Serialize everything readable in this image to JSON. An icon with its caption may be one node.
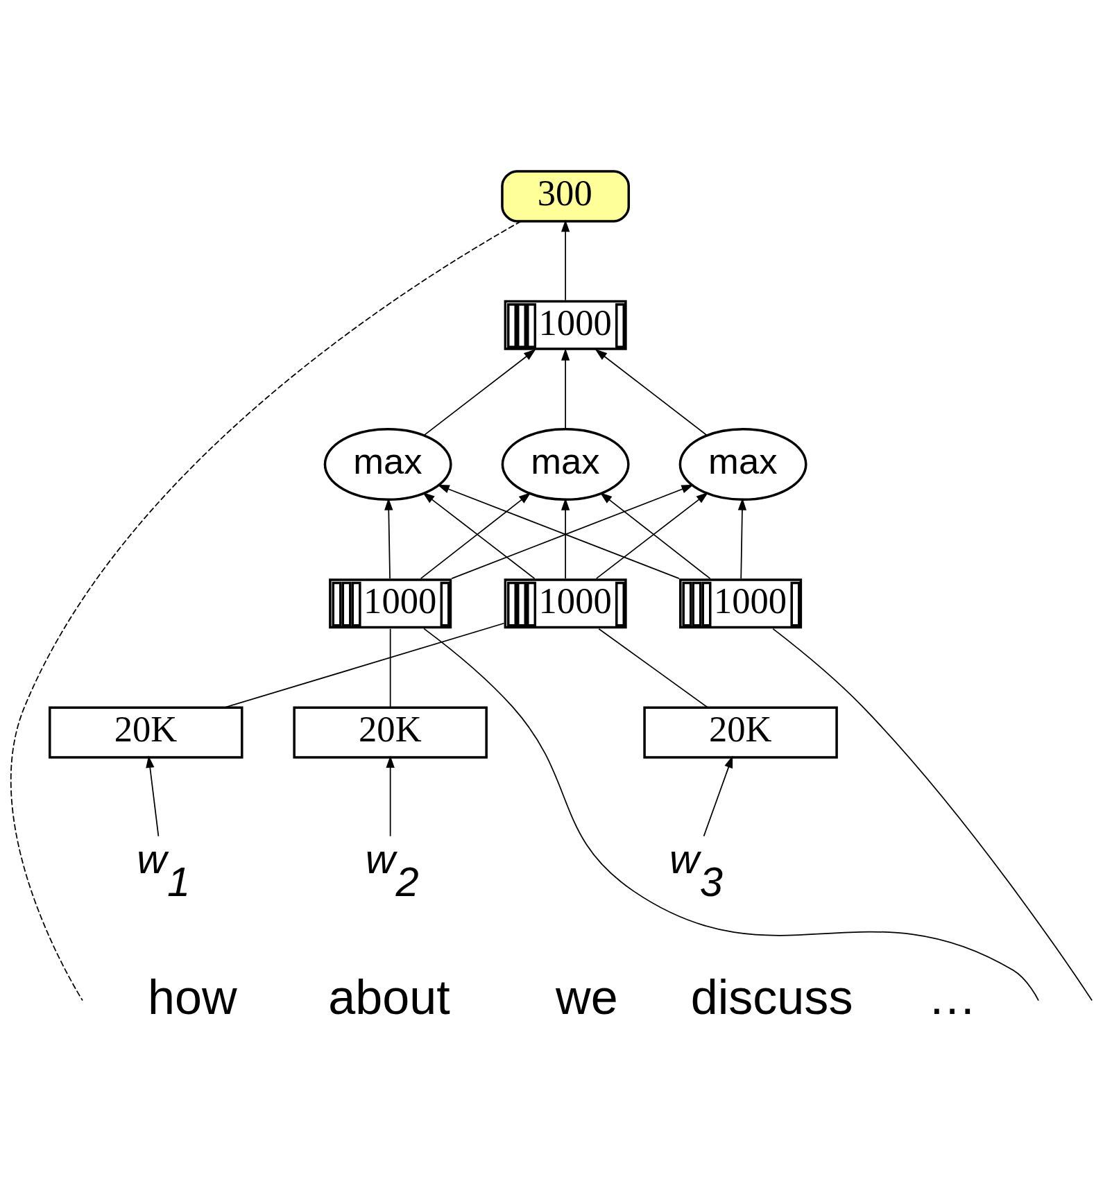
{
  "diagram": {
    "nodes": [
      {
        "text": [
          "300"
        ]
      },
      {
        "text": [
          "1000"
        ]
      },
      {
        "text": [
          "max"
        ]
      },
      {
        "text": [
          "max"
        ]
      },
      {
        "text": [
          "max"
        ]
      },
      {
        "text": [
          "1000"
        ]
      },
      {
        "text": [
          "1000"
        ]
      },
      {
        "text": [
          "1000"
        ]
      },
      {
        "text": [
          "20K"
        ]
      },
      {
        "text": [
          "20K"
        ]
      },
      {
        "text": [
          "20K"
        ]
      },
      {
        "text": [
          "w$_{1}$"
        ]
      },
      {
        "text": [
          "w$_{2}$"
        ]
      },
      {
        "text": [
          "w$_{3}$"
        ]
      }
    ],
    "edges": [
      {
        "from": 1,
        "to": 0,
        "arrow": "to"
      },
      {
        "from": 0,
        "to": null,
        "arrow": "none",
        "style": "dashed"
      },
      {
        "from": 2,
        "to": 1,
        "arrow": "to"
      },
      {
        "from": 3,
        "to": 1,
        "arrow": "to"
      },
      {
        "from": 4,
        "to": 1,
        "arrow": "to"
      },
      {
        "from": 5,
        "to": 2,
        "arrow": "to"
      },
      {
        "from": 5,
        "to": 3,
        "arrow": "to"
      },
      {
        "from": 5,
        "to": 4,
        "arrow": "to"
      },
      {
        "from": 6,
        "to": 2,
        "arrow": "to"
      },
      {
        "from": 6,
        "to": 3,
        "arrow": "to"
      },
      {
        "from": 6,
        "to": 4,
        "arrow": "to"
      },
      {
        "from": 7,
        "to": 2,
        "arrow": "to"
      },
      {
        "from": 7,
        "to": 3,
        "arrow": "to"
      },
      {
        "from": 7,
        "to": 4,
        "arrow": "to"
      },
      {
        "from": 8,
        "to": 5,
        "arrow": "none"
      },
      {
        "from": 10,
        "to": 5,
        "arrow": "none"
      },
      {
        "from": 9,
        "to": 6,
        "arrow": "none"
      },
      {
        "from": 6,
        "to": null,
        "arrow": "none"
      },
      {
        "from": 7,
        "to": null,
        "arrow": "none"
      },
      {
        "from": 11,
        "to": 8,
        "arrow": "to"
      },
      {
        "from": 12,
        "to": 9,
        "arrow": "to"
      },
      {
        "from": 13,
        "to": 10,
        "arrow": "to"
      }
    ],
    "labels": [
      "how",
      "about",
      "we",
      "discuss",
      "…"
    ]
  }
}
